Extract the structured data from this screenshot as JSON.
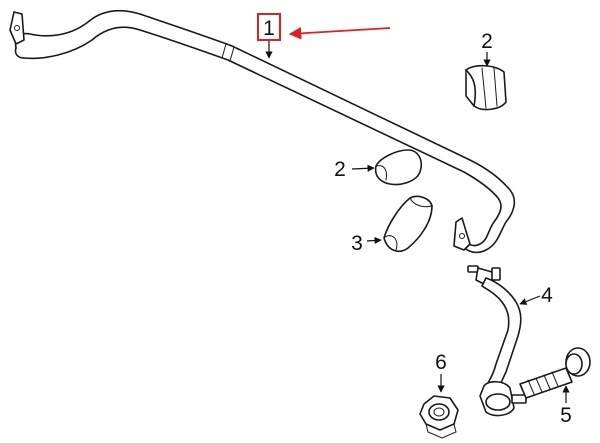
{
  "callouts": [
    {
      "id": "callout-1",
      "label": "1",
      "part": "stabilizer-bar",
      "highlighted": true
    },
    {
      "id": "callout-2-bushing-top",
      "label": "2",
      "part": "bushing"
    },
    {
      "id": "callout-2-bushing-mid",
      "label": "2",
      "part": "bushing"
    },
    {
      "id": "callout-3",
      "label": "3",
      "part": "bracket"
    },
    {
      "id": "callout-4",
      "label": "4",
      "part": "stabilizer-link"
    },
    {
      "id": "callout-5",
      "label": "5",
      "part": "bolt"
    },
    {
      "id": "callout-6",
      "label": "6",
      "part": "nut"
    }
  ],
  "colors": {
    "highlight": "#e02020",
    "ink": "#1a1a1a",
    "background": "#ffffff"
  }
}
